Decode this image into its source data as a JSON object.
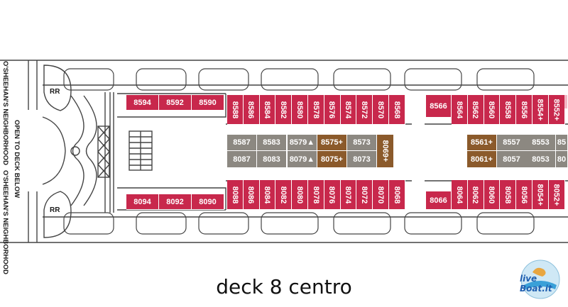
{
  "caption": "deck 8 centro",
  "labels": {
    "neighborhood_top": "O'SHEEHAN'S NEIGHBORHOOD",
    "neighborhood_bottom": "O'SHEEHAN'S NEIGHBORHOOD",
    "open_to_deck": "OPEN TO DECK BELOW",
    "rr_top": "RR",
    "rr_bottom": "RR"
  },
  "logo": {
    "text": "live Boat.it"
  },
  "colors": {
    "outer_cabin": "#c8284c",
    "outer_cabin_light": "#f3b7c4",
    "inner_cabin": "#8c8881",
    "special_cabin": "#8b5a2b",
    "hull_line": "#444444"
  },
  "cabins": {
    "top_horizontal": [
      "8594",
      "8592",
      "8590"
    ],
    "top_vertical_aft": [
      "8588",
      "8586",
      "8584",
      "8582",
      "8580",
      "8578",
      "8576",
      "8574",
      "8572",
      "8570",
      "8568"
    ],
    "top_horizontal_fwd": [
      "8566"
    ],
    "top_vertical_fwd": [
      "8564",
      "8562",
      "8560",
      "8558",
      "8556",
      "8554+",
      "8552+"
    ],
    "inner_top_aft": [
      "8587",
      "8583",
      "8579▲",
      "8575+",
      "8573"
    ],
    "inner_bottom_aft": [
      "8087",
      "8083",
      "8079▲",
      "8075+",
      "8073"
    ],
    "inner_vertical": "8069+",
    "inner_top_fwd": [
      "8561+",
      "8557",
      "8553",
      "85"
    ],
    "inner_bottom_fwd": [
      "8061+",
      "8057",
      "8053",
      "80"
    ],
    "bottom_horizontal": [
      "8094",
      "8092",
      "8090"
    ],
    "bottom_vertical_aft": [
      "8088",
      "8086",
      "8084",
      "8082",
      "8080",
      "8078",
      "8076",
      "8074",
      "8072",
      "8070",
      "8068"
    ],
    "bottom_horizontal_fwd": [
      "8066"
    ],
    "bottom_vertical_fwd": [
      "8064",
      "8062",
      "8060",
      "8058",
      "8056",
      "8054+",
      "8052+"
    ]
  }
}
